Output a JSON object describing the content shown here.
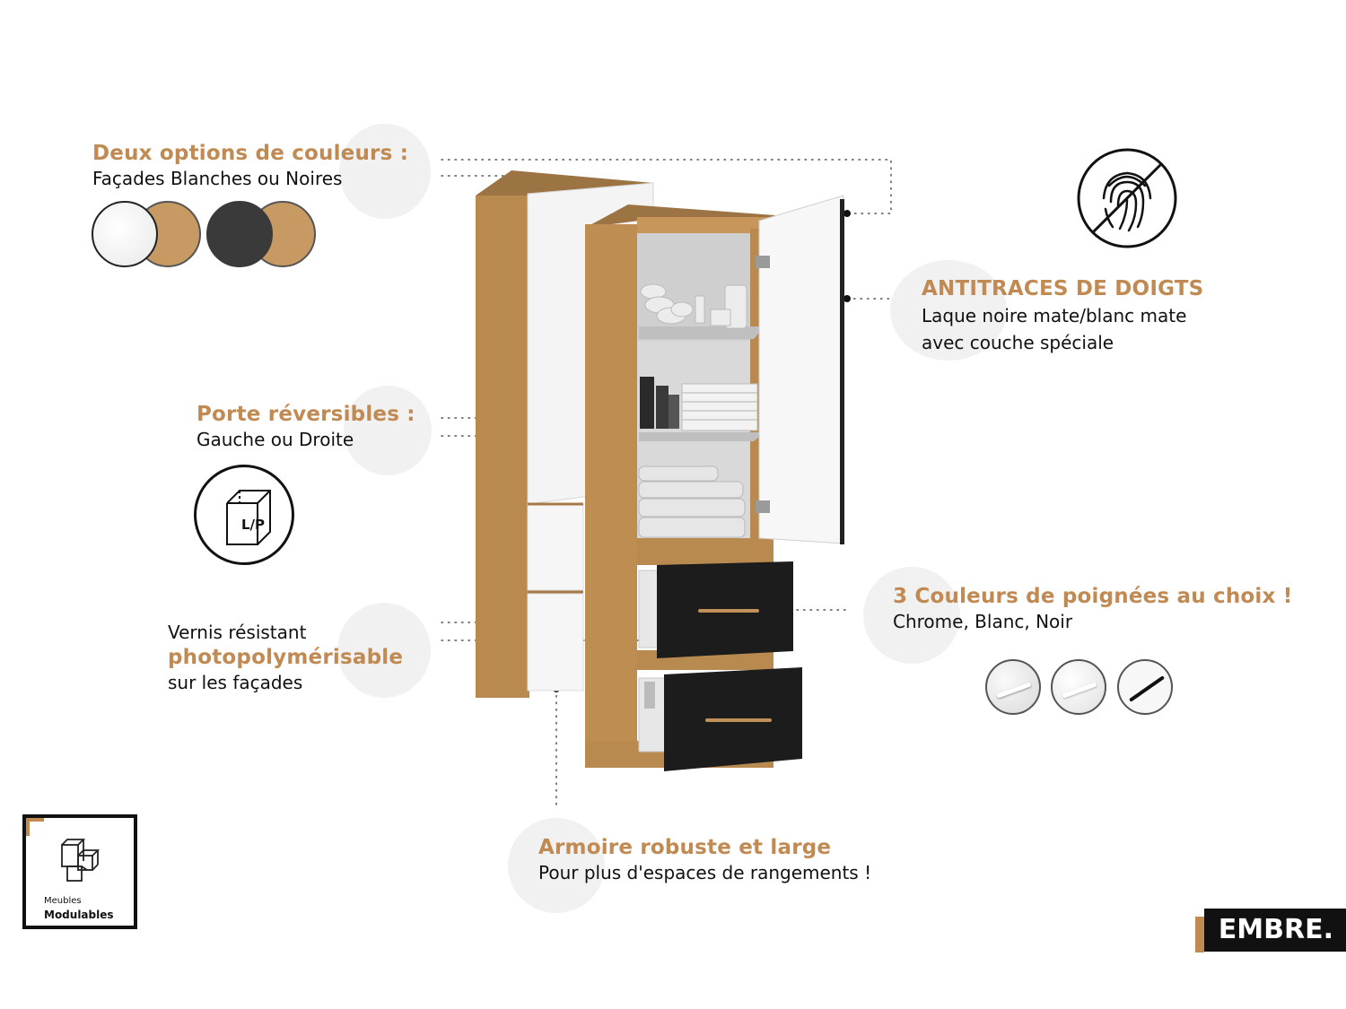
{
  "features": {
    "colors": {
      "title": "Deux options de couleurs :",
      "text": "Façades Blanches ou Noires"
    },
    "antitraces": {
      "title": "ANTITRACES DE DOIGTS",
      "line1": "Laque noire mate/blanc mate",
      "line2": "avec couche spéciale"
    },
    "porte": {
      "title": "Porte réversibles :",
      "text": "Gauche ou Droite",
      "icon_label": "L/P"
    },
    "poignees": {
      "title": "3 Couleurs de poignées au choix !",
      "text": "Chrome, Blanc, Noir"
    },
    "vernis": {
      "line1": "Vernis résistant",
      "highlight": "photopolymérisable",
      "line2": "sur les façades"
    },
    "armoire": {
      "title": "Armoire robuste et large",
      "text": "Pour plus d'espaces de rangements !"
    }
  },
  "swatches": [
    {
      "name": "white-oak",
      "front": "#ffffff",
      "back": "#c89a63"
    },
    {
      "name": "black-oak",
      "front": "#3a3a3a",
      "back": "#c89a63"
    }
  ],
  "handles": [
    "chrome",
    "white",
    "black"
  ],
  "badge": {
    "line1": "Meubles",
    "line2": "Modulables"
  },
  "brand": {
    "name": "EMBRE."
  },
  "colors": {
    "accent": "#c08a52",
    "wood": "#b98a50",
    "black": "#1a1a1a"
  }
}
